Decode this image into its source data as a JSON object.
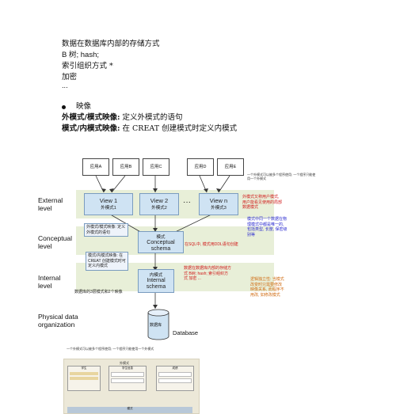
{
  "notes": {
    "lines": [
      "数据在数据库内部的存储方式",
      "B 树; hash;",
      "索引组织方式 *",
      "加密",
      "..."
    ],
    "mapping_heading": "映像",
    "external_mapping_label": "外模式/模式映像:",
    "external_mapping_text": "定义外模式的语句",
    "internal_mapping_label": "模式/内模式映像:",
    "internal_mapping_text": "在 CREAT 创建模式时定义内模式"
  },
  "diagram": {
    "apps": [
      "应用A",
      "应用B",
      "应用C",
      "应用D",
      "应用E"
    ],
    "levels": {
      "external": "External level",
      "conceptual": "Conceptual level",
      "internal": "Internal level",
      "physical": "Physical data organization"
    },
    "views": [
      {
        "name": "View 1",
        "sub": "外模式1"
      },
      {
        "name": "View 2",
        "sub": "外模式2"
      },
      {
        "name": "View n",
        "sub": "外模式3"
      }
    ],
    "ellipsis": "···",
    "conceptual": {
      "top": "模式",
      "name": "Conceptual schema"
    },
    "internal": {
      "top": "内模式",
      "name": "Internal schema"
    },
    "database": {
      "inner": "数据库",
      "label": "Database"
    },
    "note_external_mapping": "外模式/模式映像: 定义外模式的语句",
    "note_internal_mapping": "模式/内模式映像: 在CREAT 创建模式时可定义内模式",
    "annot_top_right": "一个外模式可以被多个程序使用; 一个程序只能使用一个外模式",
    "annot_external": "外模式又称用户模式, 用户能看见使用的局部数据模式",
    "annot_conceptual_right": "模式中同一个数据在物理模式中都是唯一的, 包括类型, 长度, 保密级别等",
    "annot_conceptual_mid": "在SQL中, 模式用DDL语句创建",
    "annot_internal": "数据在数据库内部的存储方式 B树; hash; 索引组织方式 加密 ...",
    "annot_internal_left": "数据库的3层模式和2个映像",
    "annot_orange": "逻辑独立性: 当模式改变时只需要修改映像关系, 而程序不用改, 如修改模式",
    "caption": "一个外模式可以被多个程序使用; 一个程序只能使用一个外模式"
  },
  "thumbnail": {
    "title": "外模式",
    "box_labels": [
      "学生",
      "学生信息",
      "成绩"
    ],
    "bottom_label": "模式"
  }
}
